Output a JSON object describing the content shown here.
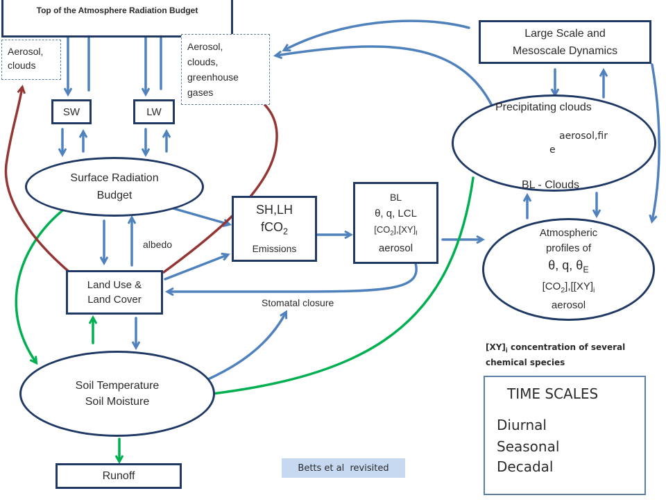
{
  "toa": "Top of the Atmosphere Radiation Budget",
  "aerosol_clouds": [
    "Aerosol,",
    "clouds"
  ],
  "aerosol_ghg": [
    "Aerosol,",
    "clouds,",
    "greenhouse",
    "gases"
  ],
  "sw": "SW",
  "lw": "LW",
  "surface_rad": [
    "Surface Radiation",
    "Budget"
  ],
  "albedo": "albedo",
  "land_use": [
    "Land Use &",
    "Land Cover"
  ],
  "soil": [
    "Soil Temperature",
    "Soil Moisture"
  ],
  "runoff": "Runoff",
  "shlh": {
    "line1": "SH,LH",
    "fco_prefix": "fCO",
    "fco_sub": "2",
    "line3": "Emissions"
  },
  "bl": {
    "line1": "BL",
    "line2": "θ, q, LCL",
    "co2_prefix": "[CO",
    "co2_sub": "2",
    "co2_mid": "],[XY]",
    "co2_sub2": "I",
    "line4": "aerosol"
  },
  "stomatal": "Stomatal closure",
  "large_scale": [
    "Large Scale and",
    "Mesoscale Dynamics"
  ],
  "precip": "Precipitating clouds",
  "aerosol_fire": [
    "aerosol,fir",
    "e"
  ],
  "bl_clouds": "BL - Clouds",
  "atm": {
    "line1": "Atmospheric",
    "line2": "profiles of",
    "theta_q": "θ, q, θ",
    "theta_sub": "E",
    "co2_prefix": "[CO",
    "co2_sub": "2",
    "co2_mid": "],[[XY]",
    "co2_sub2": "i",
    "line5": "aerosol"
  },
  "xy_note": {
    "prefix": "[XY]",
    "sub": "i",
    "text1": " concentration of several",
    "text2": "chemical species"
  },
  "legend": {
    "title": "TIME SCALES",
    "items": [
      {
        "label": "Diurnal",
        "color": "#4f81bd"
      },
      {
        "label": "Seasonal",
        "color": "#00b050"
      },
      {
        "label": "Decadal",
        "color": "#943634"
      }
    ]
  },
  "credit": "Betts et al  revisited"
}
